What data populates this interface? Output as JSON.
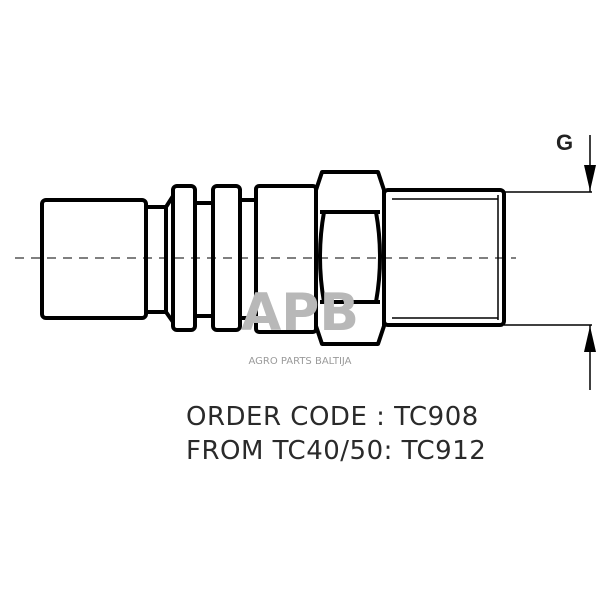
{
  "drawing": {
    "dimension_label": "G",
    "line_color": "#000000"
  },
  "watermark": {
    "logo": "APB",
    "text": "AGRO PARTS BALTIJA",
    "color": "#9a9a9a"
  },
  "order_info": {
    "line1": "ORDER CODE : TC908",
    "line2": "FROM TC40/50: TC912"
  }
}
